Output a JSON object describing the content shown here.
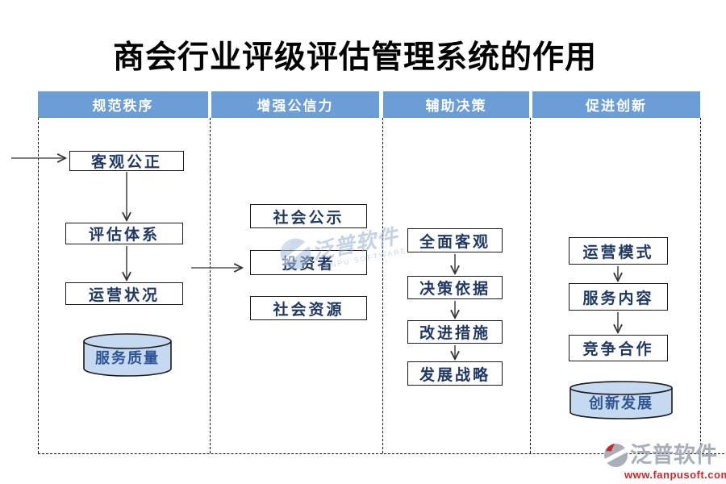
{
  "title": "商会行业评级评估管理系统的作用",
  "columns": [
    {
      "header": "规范秩序",
      "boxes": [
        "客观公正",
        "评估体系",
        "运营状况"
      ],
      "cylinder": "服务质量"
    },
    {
      "header": "增强公信力",
      "boxes": [
        "社会公示",
        "投资者",
        "社会资源"
      ]
    },
    {
      "header": "辅助决策",
      "boxes": [
        "全面客观",
        "决策依据",
        "改进措施",
        "发展战略"
      ]
    },
    {
      "header": "促进创新",
      "boxes": [
        "运营模式",
        "服务内容",
        "竞争合作"
      ],
      "cylinder": "创新发展"
    }
  ],
  "watermark": {
    "text": "泛普软件",
    "subtext": "FANPU SOFTWARE"
  },
  "logo": {
    "text": "泛普软件",
    "url": "www.fanpusoft.com"
  },
  "colors": {
    "header_blue": "#6b9dd6",
    "box_text_navy": "#1f3864",
    "cylinder_fill": "#c5d9f1",
    "watermark_blue": "#93aed1",
    "logo_gray": "#a9afb9",
    "logo_red": "#c1272d",
    "url_red": "#cc2a2a"
  }
}
